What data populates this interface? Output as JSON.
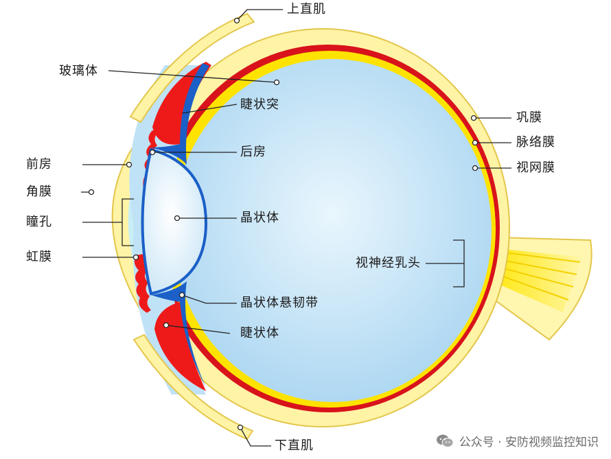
{
  "labels": {
    "superior_rectus": "上直肌",
    "inferior_rectus": "下直肌",
    "vitreous": "玻璃体",
    "ciliary_process": "睫状突",
    "posterior_chamber": "后房",
    "anterior_chamber": "前房",
    "cornea": "角膜",
    "pupil": "瞳孔",
    "iris": "虹膜",
    "lens": "晶状体",
    "zonule": "晶状体悬韧带",
    "ciliary_body": "睫状体",
    "sclera": "巩膜",
    "choroid": "脉络膜",
    "retina": "视网膜",
    "optic_disc": "视神经乳头"
  },
  "watermark": {
    "text": "公众号 · 安防视频监控知识",
    "logo_icon": "wechat-icon"
  },
  "colors": {
    "sclera": "#fff3a6",
    "sclera_outline": "#e3c64a",
    "choroid": "#d8131b",
    "retina": "#ffe300",
    "vitreous": "#bfe2f6",
    "ciliary": "#ee1a1a",
    "lens_edge": "#1b5fc7",
    "cornea_chamber": "#c9eef3"
  }
}
